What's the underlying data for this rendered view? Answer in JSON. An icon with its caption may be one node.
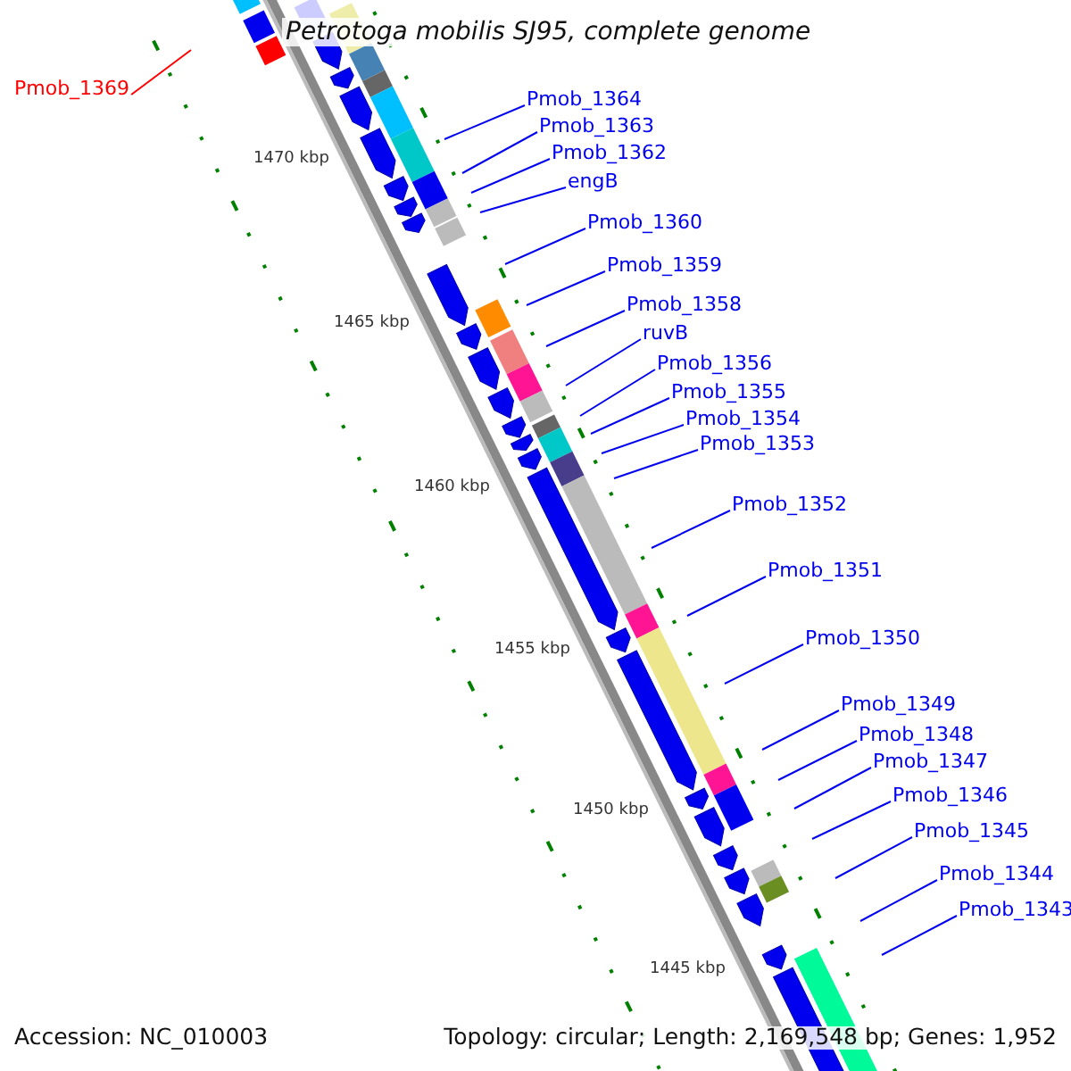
{
  "diagram": {
    "title": "Petrotoga mobilis SJ95, complete genome",
    "nodes": [
      {
        "text": [
          "Pmob_1369"
        ]
      },
      {
        "text": [
          "Pmob_1364"
        ]
      },
      {
        "text": [
          "Pmob_1363"
        ]
      },
      {
        "text": [
          "Pmob_1362"
        ]
      },
      {
        "text": [
          "engB"
        ]
      },
      {
        "text": [
          "Pmob_1360"
        ]
      },
      {
        "text": [
          "Pmob_1359"
        ]
      },
      {
        "text": [
          "Pmob_1358"
        ]
      },
      {
        "text": [
          "ruvB"
        ]
      },
      {
        "text": [
          "Pmob_1356"
        ]
      },
      {
        "text": [
          "Pmob_1355"
        ]
      },
      {
        "text": [
          "Pmob_1354"
        ]
      },
      {
        "text": [
          "Pmob_1353"
        ]
      },
      {
        "text": [
          "Pmob_1352"
        ]
      },
      {
        "text": [
          "Pmob_1351"
        ]
      },
      {
        "text": [
          "Pmob_1350"
        ]
      },
      {
        "text": [
          "Pmob_1349"
        ]
      },
      {
        "text": [
          "Pmob_1348"
        ]
      },
      {
        "text": [
          "Pmob_1347"
        ]
      },
      {
        "text": [
          "Pmob_1346"
        ]
      },
      {
        "text": [
          "Pmob_1345"
        ]
      },
      {
        "text": [
          "Pmob_1344"
        ]
      },
      {
        "text": [
          "Pmob_1343"
        ]
      }
    ],
    "edges": [
      {
        "from": 0,
        "to": null,
        "arrow": "none",
        "color": "#ff0000"
      },
      {
        "from": 1,
        "to": null,
        "arrow": "none"
      },
      {
        "from": 2,
        "to": null,
        "arrow": "none"
      },
      {
        "from": 3,
        "to": null,
        "arrow": "none"
      },
      {
        "from": 4,
        "to": null,
        "arrow": "none"
      },
      {
        "from": 5,
        "to": null,
        "arrow": "none"
      },
      {
        "from": 6,
        "to": null,
        "arrow": "none"
      },
      {
        "from": 7,
        "to": null,
        "arrow": "none"
      },
      {
        "from": 8,
        "to": null,
        "arrow": "none"
      },
      {
        "from": 9,
        "to": null,
        "arrow": "none"
      },
      {
        "from": 10,
        "to": null,
        "arrow": "none"
      },
      {
        "from": 11,
        "to": null,
        "arrow": "none"
      },
      {
        "from": 12,
        "to": null,
        "arrow": "none"
      },
      {
        "from": 13,
        "to": null,
        "arrow": "none"
      },
      {
        "from": 14,
        "to": null,
        "arrow": "none"
      },
      {
        "from": 15,
        "to": null,
        "arrow": "none"
      },
      {
        "from": 16,
        "to": null,
        "arrow": "none"
      },
      {
        "from": 17,
        "to": null,
        "arrow": "none"
      },
      {
        "from": 18,
        "to": null,
        "arrow": "none"
      },
      {
        "from": 19,
        "to": null,
        "arrow": "none"
      },
      {
        "from": 20,
        "to": null,
        "arrow": "none"
      },
      {
        "from": 21,
        "to": null,
        "arrow": "none"
      },
      {
        "from": 22,
        "to": null,
        "arrow": "none"
      }
    ],
    "labels": [
      "1470 kbp",
      "1465 kbp",
      "1460 kbp",
      "1455 kbp",
      "1450 kbp",
      "1445 kbp",
      "Accession: NC_010003",
      "Topology: circular; Length: 2,169,548 bp; Genes: 1,952"
    ]
  }
}
